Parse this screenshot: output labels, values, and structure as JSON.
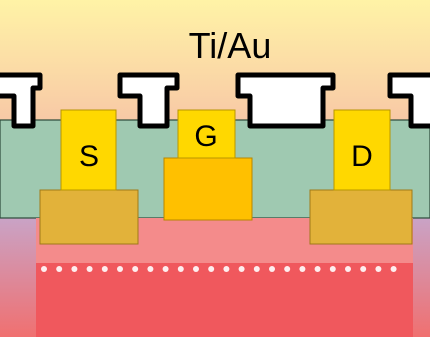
{
  "labels": {
    "top_metal": "Ti/Au",
    "source": "S",
    "gate": "G",
    "drain": "D"
  },
  "colors": {
    "top_gradient_top": "#fff2a8",
    "top_gradient_bottom": "#f7c8a8",
    "passivation": "#9ec9b2",
    "contact_yellow": "#ffd800",
    "ohmic_gold": "#e2b23a",
    "gate_orange": "#ffc000",
    "channel_pink": "#f48c8c",
    "substrate_red": "#f0585c",
    "side_purple": "#c79ac0",
    "dots_white": "#ffffff"
  }
}
